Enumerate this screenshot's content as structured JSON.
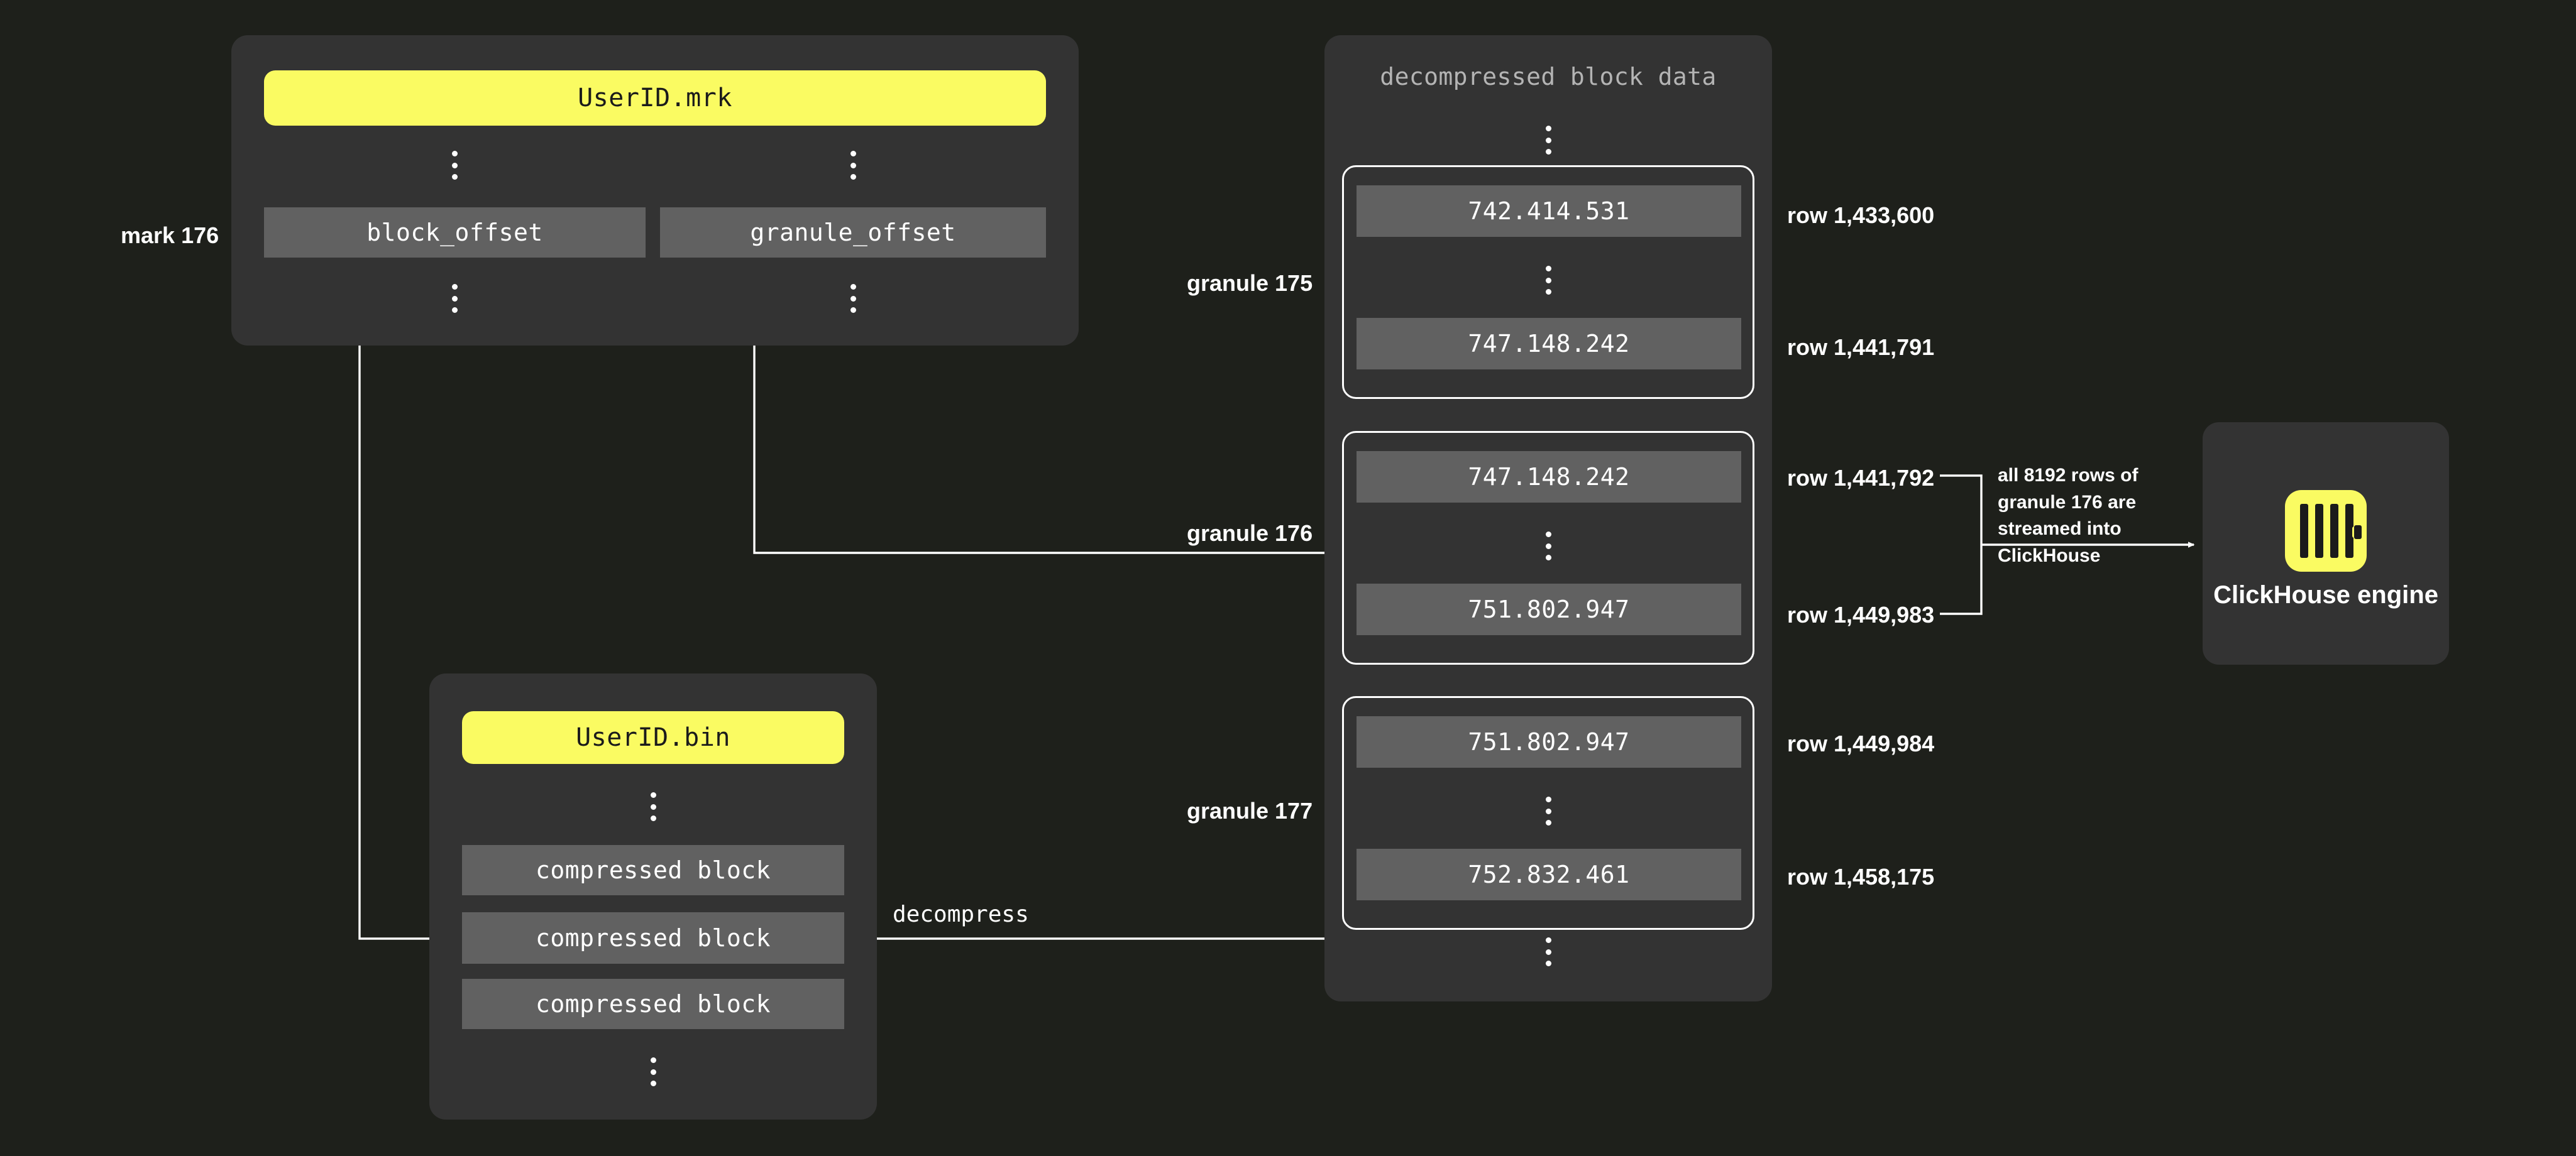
{
  "diagram": {
    "title": "ClickHouse mark file to granule streaming",
    "colors": {
      "background": "#1e201b",
      "panel": "#333333",
      "bar": "#616161",
      "accent_yellow": "#fafb62",
      "stroke": "#ffffff",
      "muted_text": "#b4b4b4"
    }
  },
  "mark_file": {
    "chip_label": "UserID.mrk",
    "mark_label": "mark 176",
    "columns": [
      {
        "label": "block_offset"
      },
      {
        "label": "granule_offset"
      }
    ]
  },
  "bin_file": {
    "chip_label": "UserID.bin",
    "blocks": [
      {
        "label": "compressed block"
      },
      {
        "label": "compressed block"
      },
      {
        "label": "compressed block"
      }
    ]
  },
  "decompressed": {
    "title": "decompressed block data",
    "granules": [
      {
        "name": "granule 175",
        "first_value": "742.414.531",
        "last_value": "747.148.242",
        "first_row": "row 1,433,600",
        "last_row": "row 1,441,791"
      },
      {
        "name": "granule 176",
        "first_value": "747.148.242",
        "last_value": "751.802.947",
        "first_row": "row 1,441,792",
        "last_row": "row 1,449,983"
      },
      {
        "name": "granule 177",
        "first_value": "751.802.947",
        "last_value": "752.832.461",
        "first_row": "row 1,449,984",
        "last_row": "row 1,458,175"
      }
    ]
  },
  "edges": {
    "decompress_label": "decompress",
    "stream_note": "all 8192 rows of granule 176 are streamed into ClickHouse"
  },
  "engine": {
    "label": "ClickHouse engine",
    "logo_icon": "clickhouse-logo-icon"
  }
}
